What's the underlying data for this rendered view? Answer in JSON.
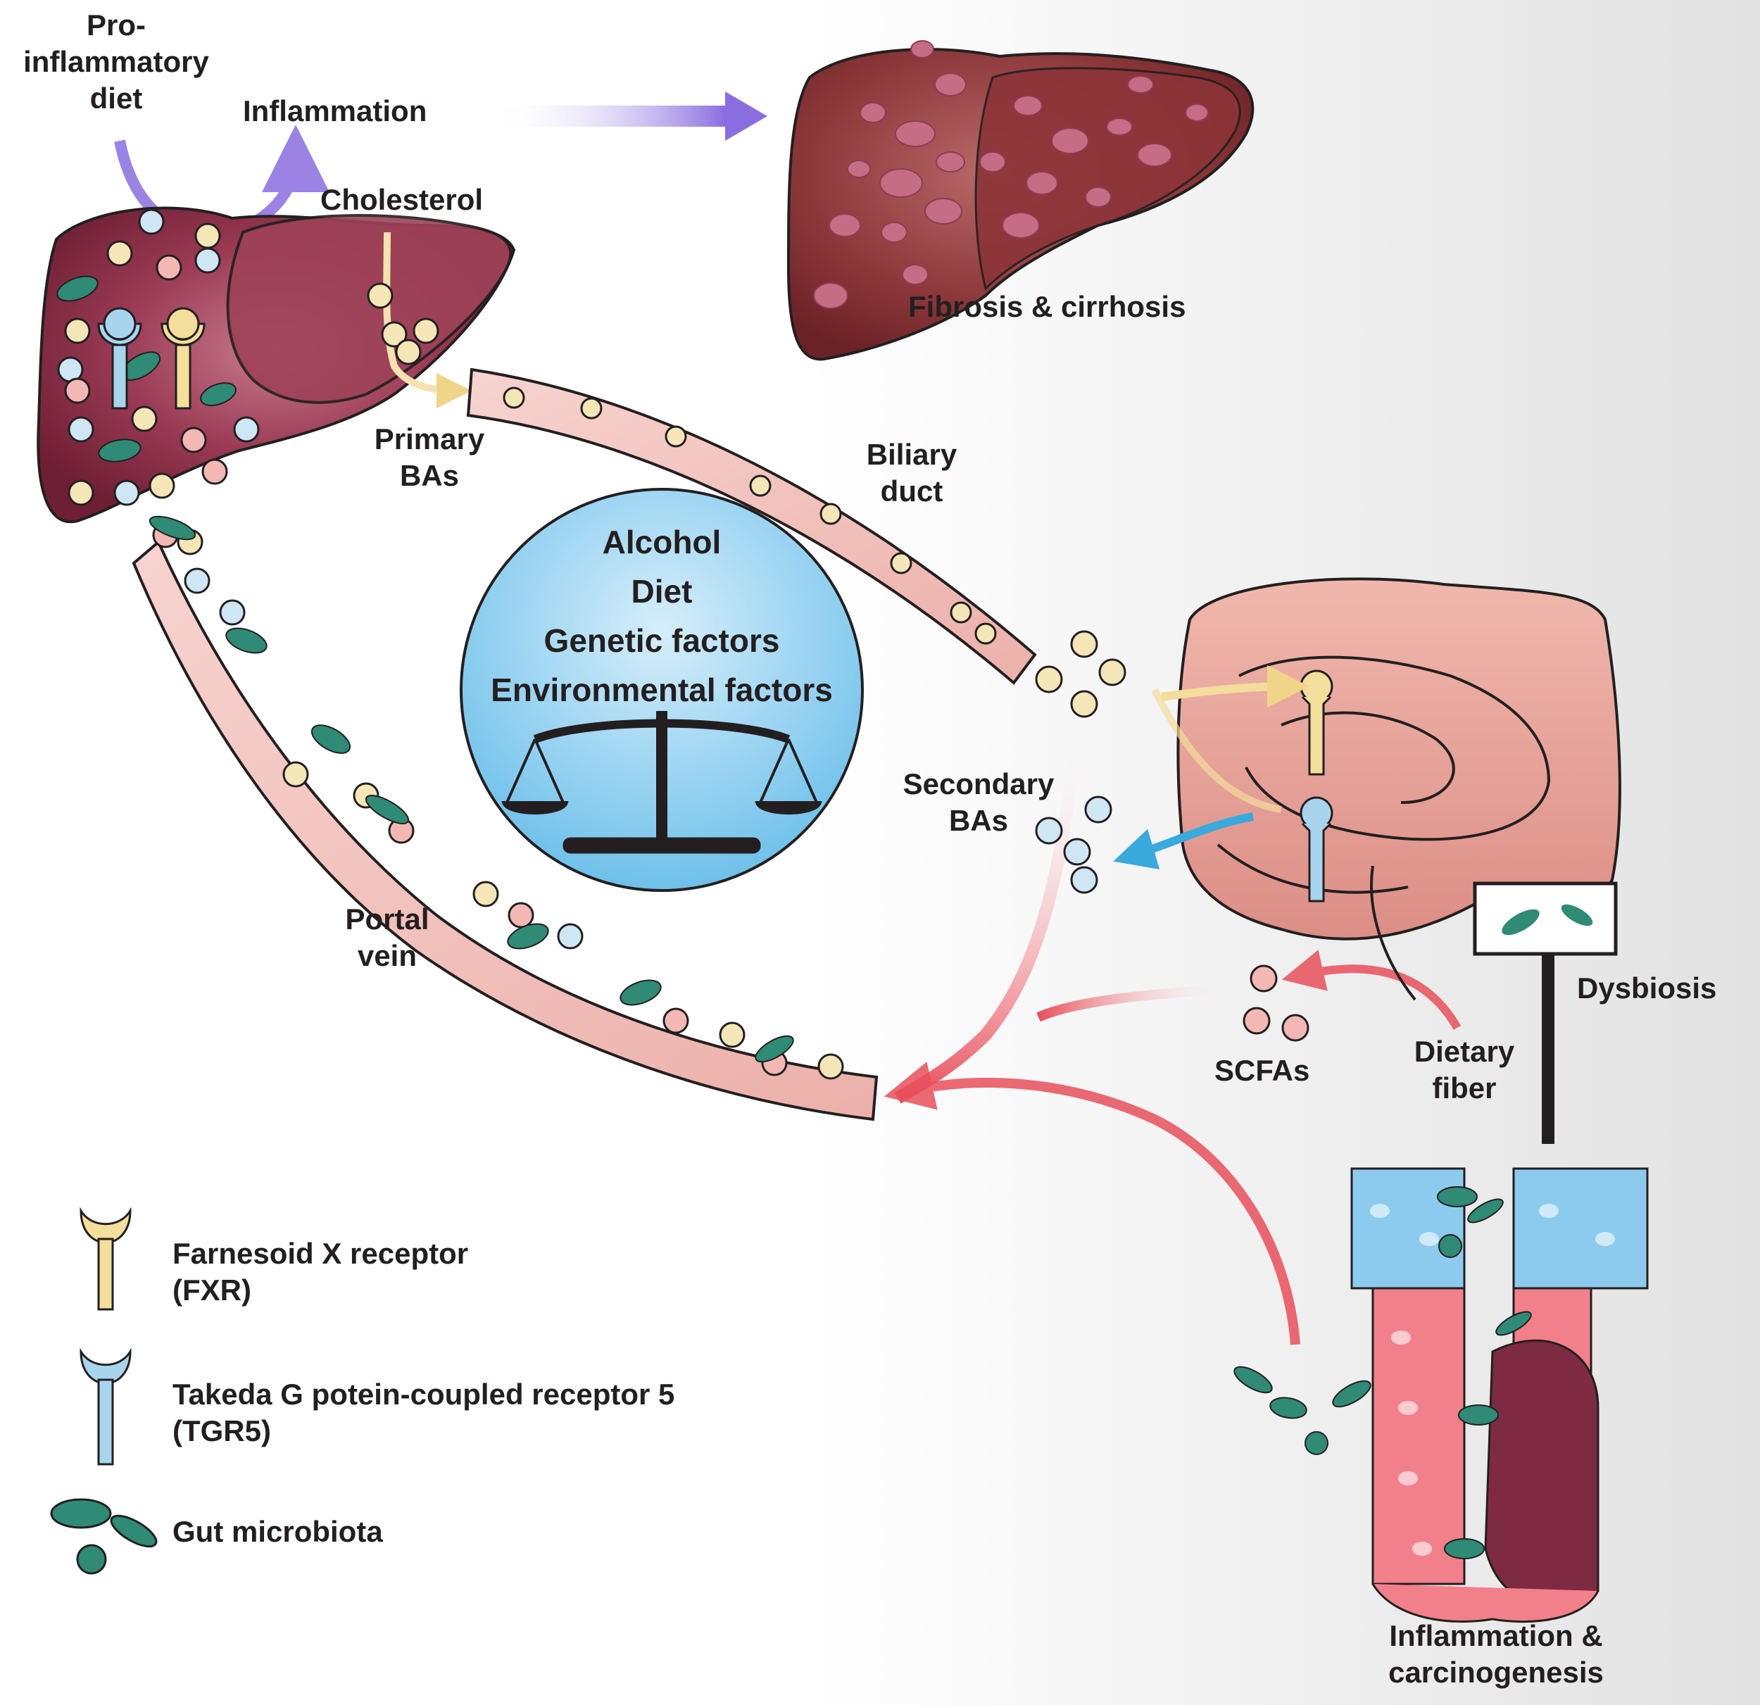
{
  "labels": {
    "pro_inflammatory_diet": "Pro-\ninflammatory\ndiet",
    "inflammation": "Inflammation",
    "cholesterol": "Cholesterol",
    "fibrosis": "Fibrosis & cirrhosis",
    "primary_bas": "Primary\nBAs",
    "biliary_duct": "Biliary\nduct",
    "secondary_bas": "Secondary\nBAs",
    "portal_vein": "Portal\nvein",
    "scfas": "SCFAs",
    "dietary_fiber": "Dietary\nfiber",
    "dysbiosis": "Dysbiosis",
    "inflammation_carcinogenesis": "Inflammation &\ncarcinogenesis"
  },
  "factors": [
    "Alcohol",
    "Diet",
    "Genetic factors",
    "Environmental factors"
  ],
  "legend": {
    "fxr": "Farnesoid X receptor\n(FXR)",
    "tgr5": "Takeda G potein-coupled receptor 5\n(TGR5)",
    "microbiota": "Gut microbiota"
  },
  "colors": {
    "liver": "#8c2a45",
    "vessel": "#f3c6c2",
    "fxr_receptor": "#f3de9c",
    "tgr5_receptor": "#a8d4ee",
    "microbiota": "#2f8a76",
    "arrow_purple": "#8a70d8",
    "arrow_red": "#e8505c",
    "arrow_blue": "#3aa9dc",
    "arrow_yellow": "#f3dc9c",
    "circle": "#7ec8ec"
  }
}
